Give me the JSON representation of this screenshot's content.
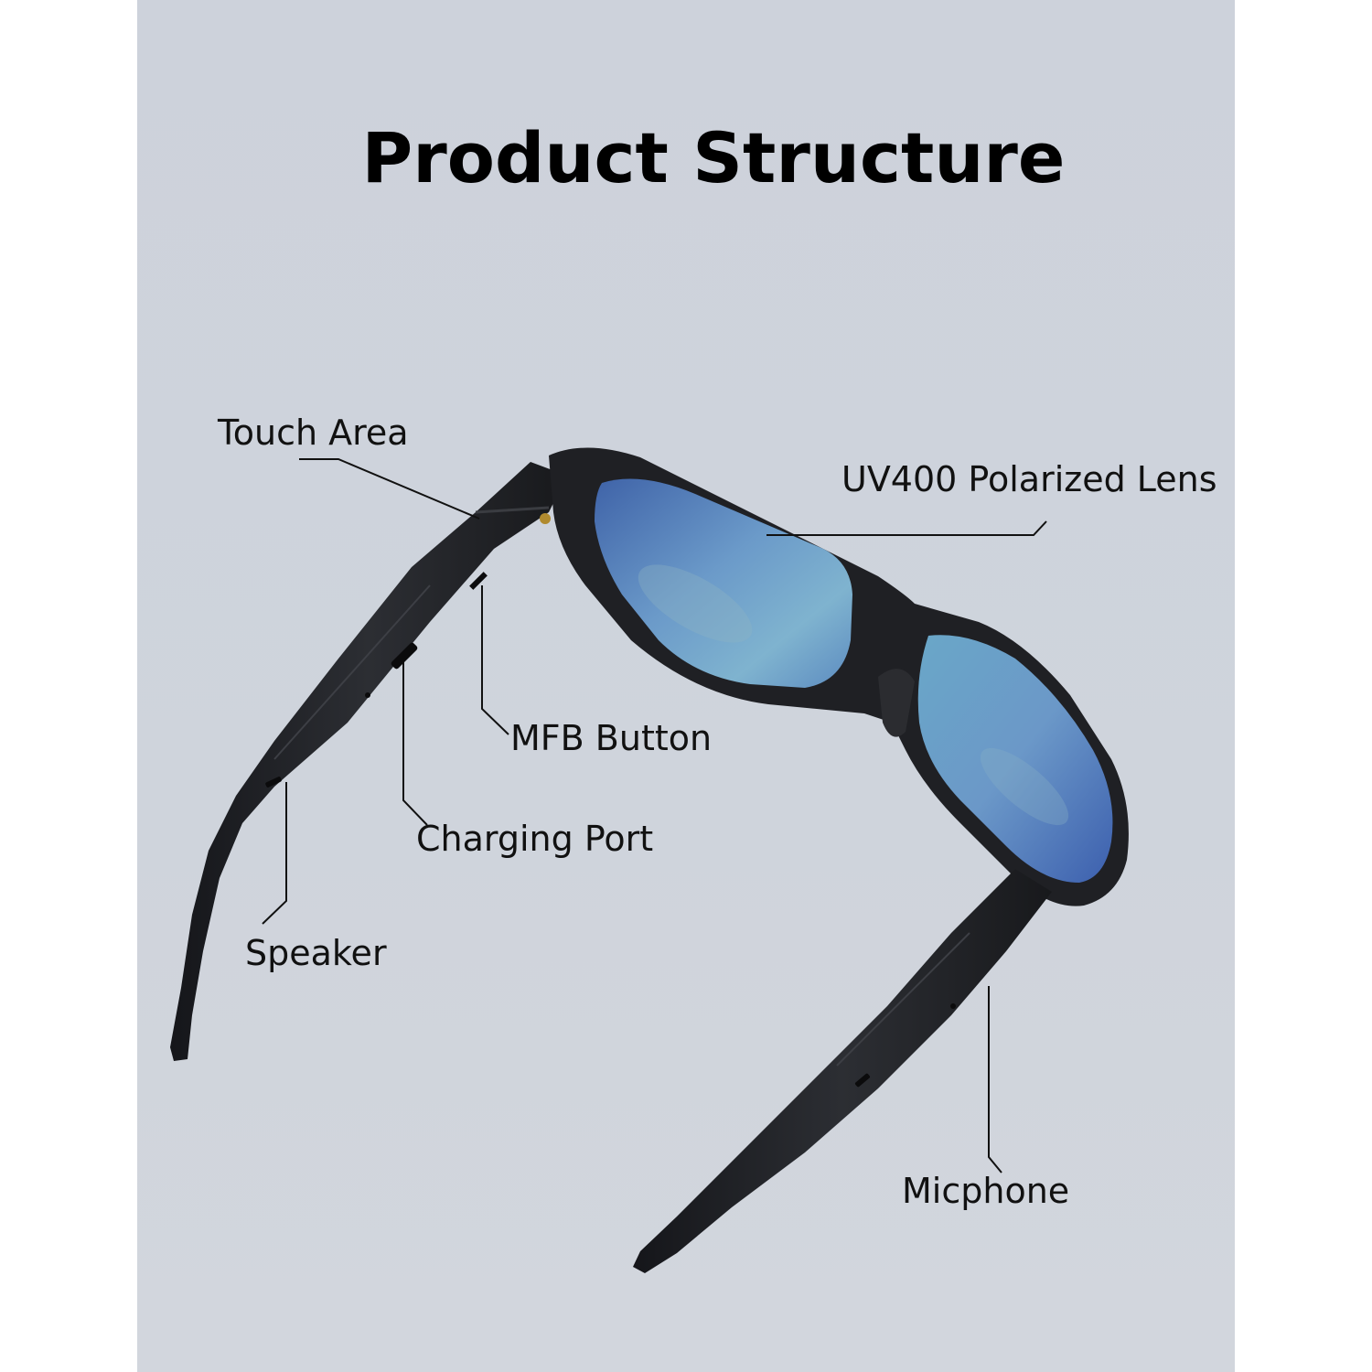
{
  "title": "Product Structure",
  "labels": {
    "touch_area": "Touch Area",
    "lens": "UV400 Polarized Lens",
    "mfb_button": "MFB Button",
    "charging_port": "Charging Port",
    "speaker": "Speaker",
    "microphone": "Micphone"
  },
  "colors": {
    "background": "#cfd4dc",
    "frame": "#1e1f22",
    "lens": "#5a86c0",
    "leader_line": "#111111"
  }
}
